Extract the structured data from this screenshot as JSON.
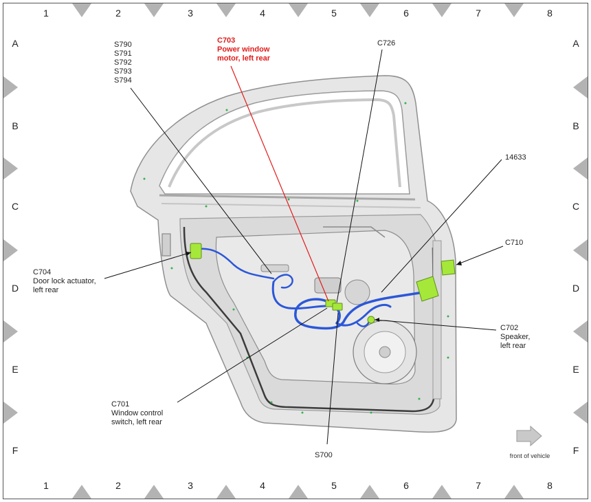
{
  "grid": {
    "columns": [
      "1",
      "2",
      "3",
      "4",
      "5",
      "6",
      "7",
      "8"
    ],
    "rows": [
      "A",
      "B",
      "C",
      "D",
      "E",
      "F"
    ]
  },
  "callouts": {
    "s790_group": [
      "S790",
      "S791",
      "S792",
      "S793",
      "S794"
    ],
    "c703": [
      "C703",
      "Power window",
      "motor, left rear"
    ],
    "c726": [
      "C726"
    ],
    "c14633": [
      "14633"
    ],
    "c710": [
      "C710"
    ],
    "c704": [
      "C704",
      "Door lock actuator,",
      "left rear"
    ],
    "c702": [
      "C702",
      "Speaker,",
      "left rear"
    ],
    "c701": [
      "C701",
      "Window control",
      "switch, left rear"
    ],
    "s700": [
      "S700"
    ]
  },
  "front_of_vehicle": "front of vehicle",
  "colors": {
    "harness": "#2b57d9",
    "connector": "#a6e83a",
    "highlight": "#e21b1b",
    "door": "#dcdcdc",
    "marker": "#b3b3b3"
  }
}
